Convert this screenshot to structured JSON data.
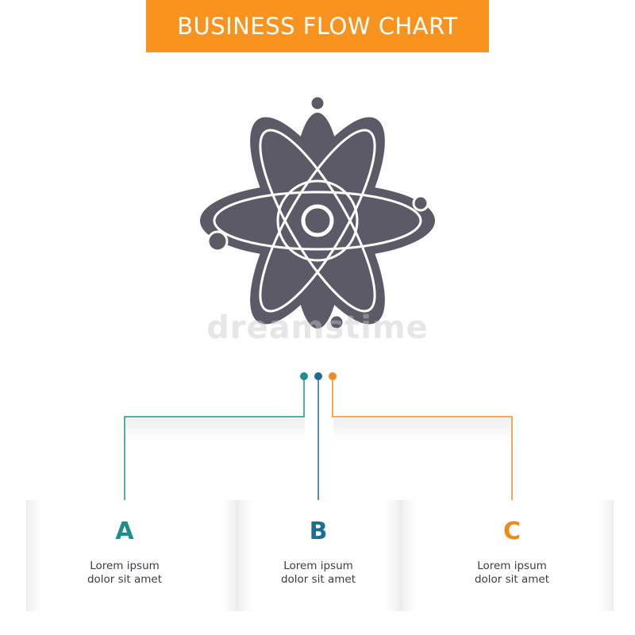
{
  "title": "BUSINESS FLOW CHART",
  "watermark": "dreamstime",
  "icon": "atom-icon",
  "colors": {
    "banner": "#f7931e",
    "icon": "#5c5a66",
    "a": "#1e8f88",
    "b": "#1f6d94",
    "c": "#f08a1c"
  },
  "steps": [
    {
      "letter": "A",
      "line1": "Lorem ipsum",
      "line2": "dolor sit amet"
    },
    {
      "letter": "B",
      "line1": "Lorem ipsum",
      "line2": "dolor sit amet"
    },
    {
      "letter": "C",
      "line1": "Lorem ipsum",
      "line2": "dolor sit amet"
    }
  ]
}
